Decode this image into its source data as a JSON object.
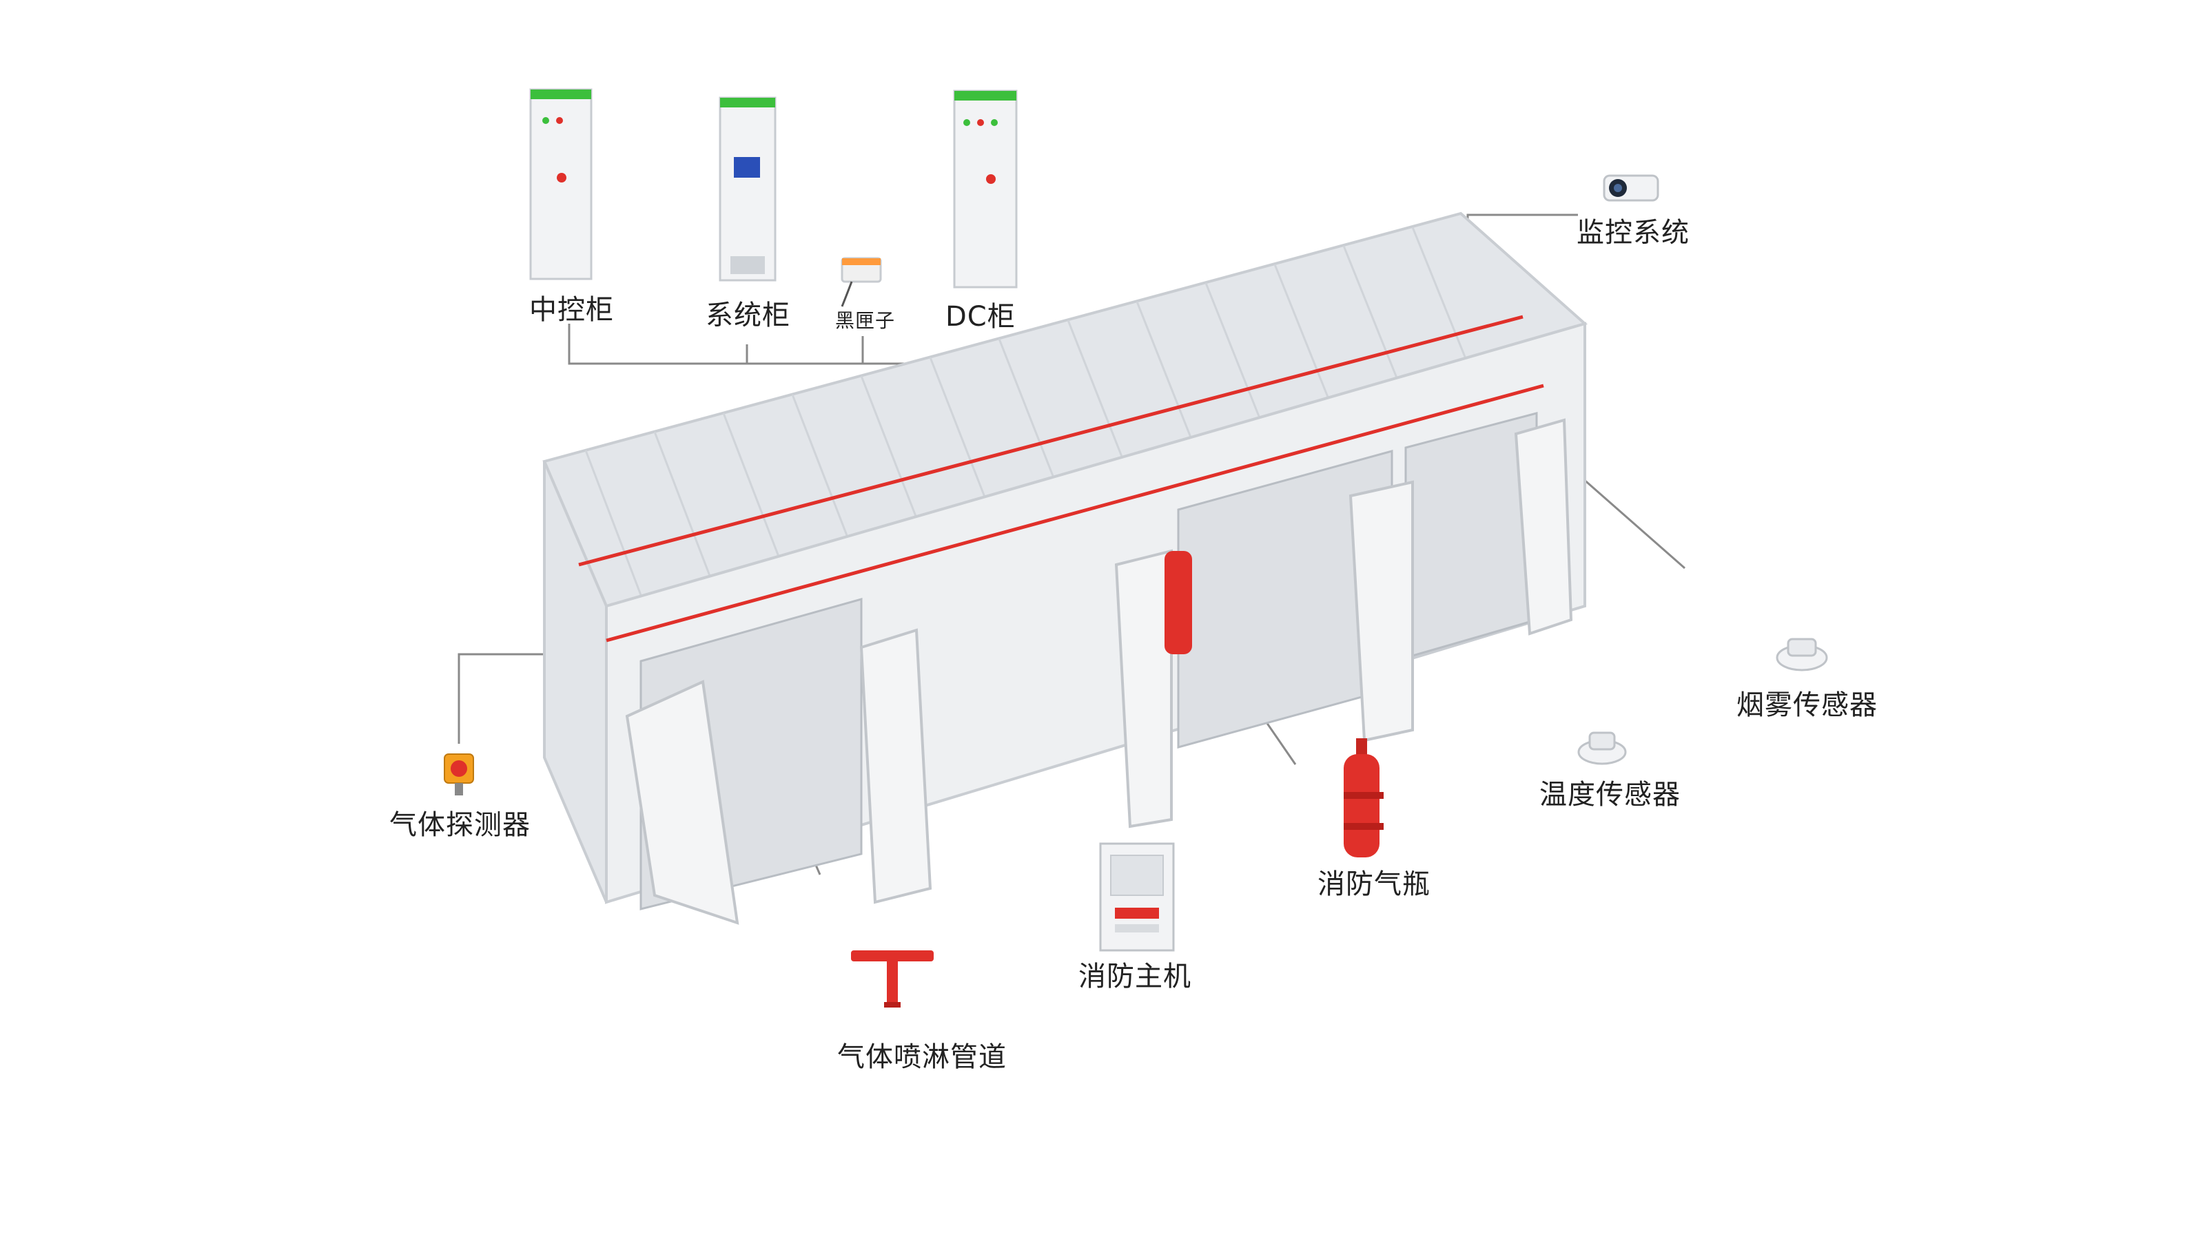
{
  "colors": {
    "background": "#ffffff",
    "container_body": "#eef0f2",
    "container_edge": "#c9cdd2",
    "roof_panel": "#e3e6ea",
    "pipe_red": "#e0302a",
    "leader_line": "#8a8a8a",
    "label_text": "#222222",
    "cabinet_accent_green": "#3cbf3c"
  },
  "icons": [
    "control-cabinet-icon",
    "system-cabinet-icon",
    "black-box-icon",
    "dc-cabinet-icon",
    "surveillance-camera-icon",
    "smoke-sensor-icon",
    "temperature-sensor-icon",
    "gas-detector-icon",
    "fire-gas-cylinder-icon",
    "fire-control-host-icon",
    "gas-sprinkler-pipe-icon"
  ],
  "labels": {
    "control_cabinet": "中控柜",
    "system_cabinet": "系统柜",
    "black_box": "黑匣子",
    "dc_cabinet": "DC柜",
    "surveillance": "监控系统",
    "smoke_sensor": "烟雾传感器",
    "temperature_sensor": "温度传感器",
    "gas_detector": "气体探测器",
    "fire_cylinder": "消防气瓶",
    "fire_host": "消防主机",
    "sprinkler_pipe": "气体喷淋管道"
  }
}
